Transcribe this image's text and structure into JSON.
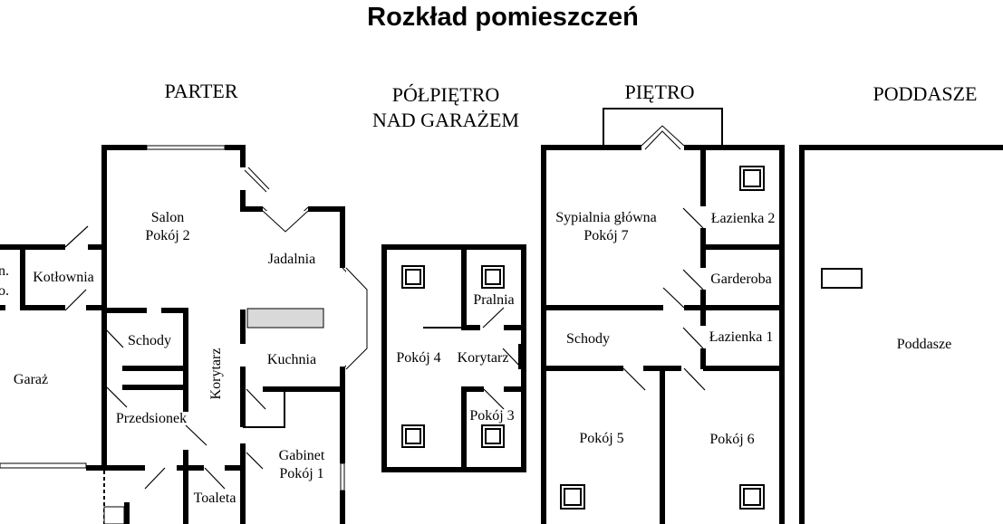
{
  "title": "Rozkład pomieszczeń",
  "sections": {
    "parter": "PARTER",
    "polpietro_line1": "PÓŁPIĘTRO",
    "polpietro_line2": "NAD GARAŻEM",
    "pietro": "PIĘTRO",
    "poddasze": "PODDASZE"
  },
  "rooms": {
    "pom_fragment": "n.",
    "pom_fragment2": "o.",
    "kotlownia": "Kotłownia",
    "garaz": "Garaż",
    "salon_line1": "Salon",
    "salon_line2": "Pokój 2",
    "jadalnia": "Jadalnia",
    "schody_parter": "Schody",
    "korytarz_parter": "Korytarz",
    "kuchnia": "Kuchnia",
    "przedsionek": "Przedsionek",
    "gabinet_line1": "Gabinet",
    "gabinet_line2": "Pokój 1",
    "toaleta": "Toaleta",
    "pralnia": "Pralnia",
    "pokoj4": "Pokój 4",
    "korytarz_polpietro": "Korytarz",
    "pokoj3": "Pokój 3",
    "sypialnia_line1": "Sypialnia główna",
    "sypialnia_line2": "Pokój 7",
    "lazienka2": "Łazienka 2",
    "garderoba": "Garderoba",
    "schody_pietro": "Schody",
    "lazienka1": "Łazienka 1",
    "pokoj5": "Pokój 5",
    "pokoj6": "Pokój 6",
    "poddasze_room": "Poddasze"
  },
  "colors": {
    "wall": "#000000",
    "background": "#ffffff",
    "counter": "#d9d9d9"
  }
}
